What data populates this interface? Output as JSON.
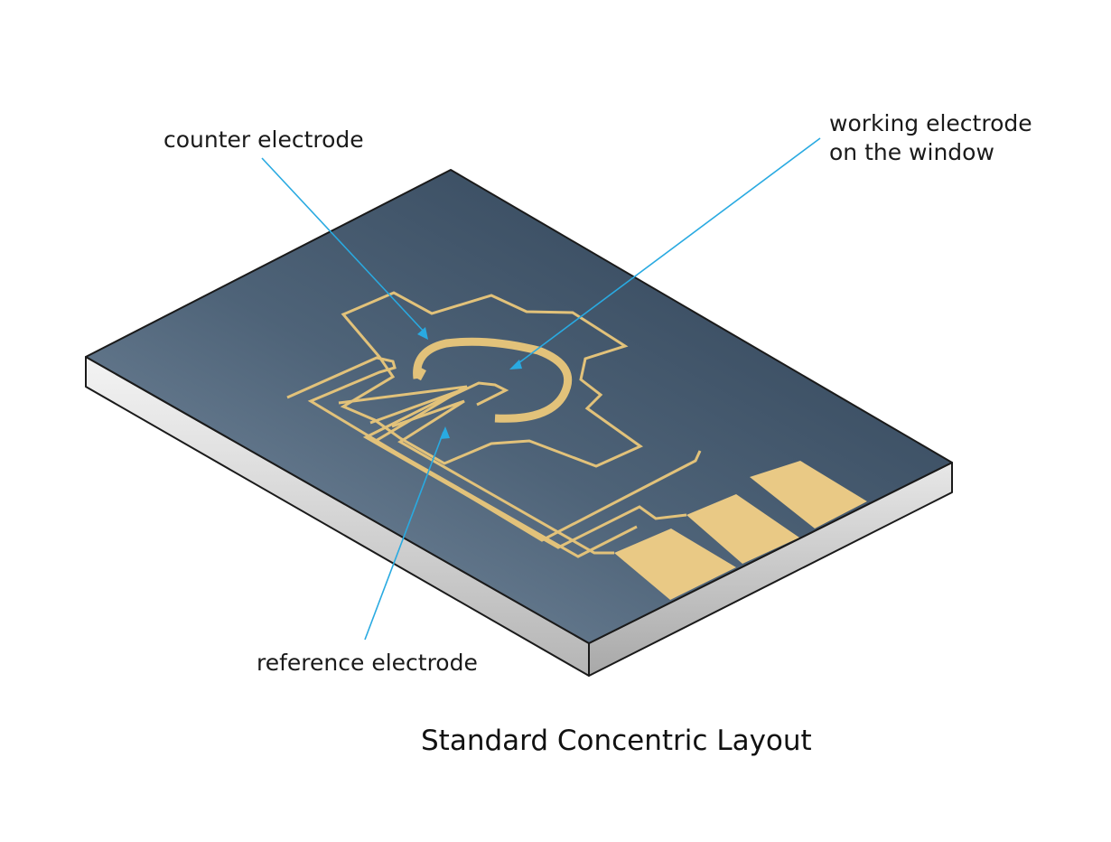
{
  "labels": {
    "counter_electrode": "counter electrode",
    "working_electrode_line1": "working electrode",
    "working_electrode_line2": "on the window",
    "reference_electrode": "reference electrode"
  },
  "caption": "Standard Concentric Layout",
  "colors": {
    "substrate_top_dark": "#2f4256",
    "substrate_top_light": "#7a8fa3",
    "substrate_edge": "#c9c9c9",
    "gold": "#e2c27a",
    "leader_line": "#29aae1"
  }
}
